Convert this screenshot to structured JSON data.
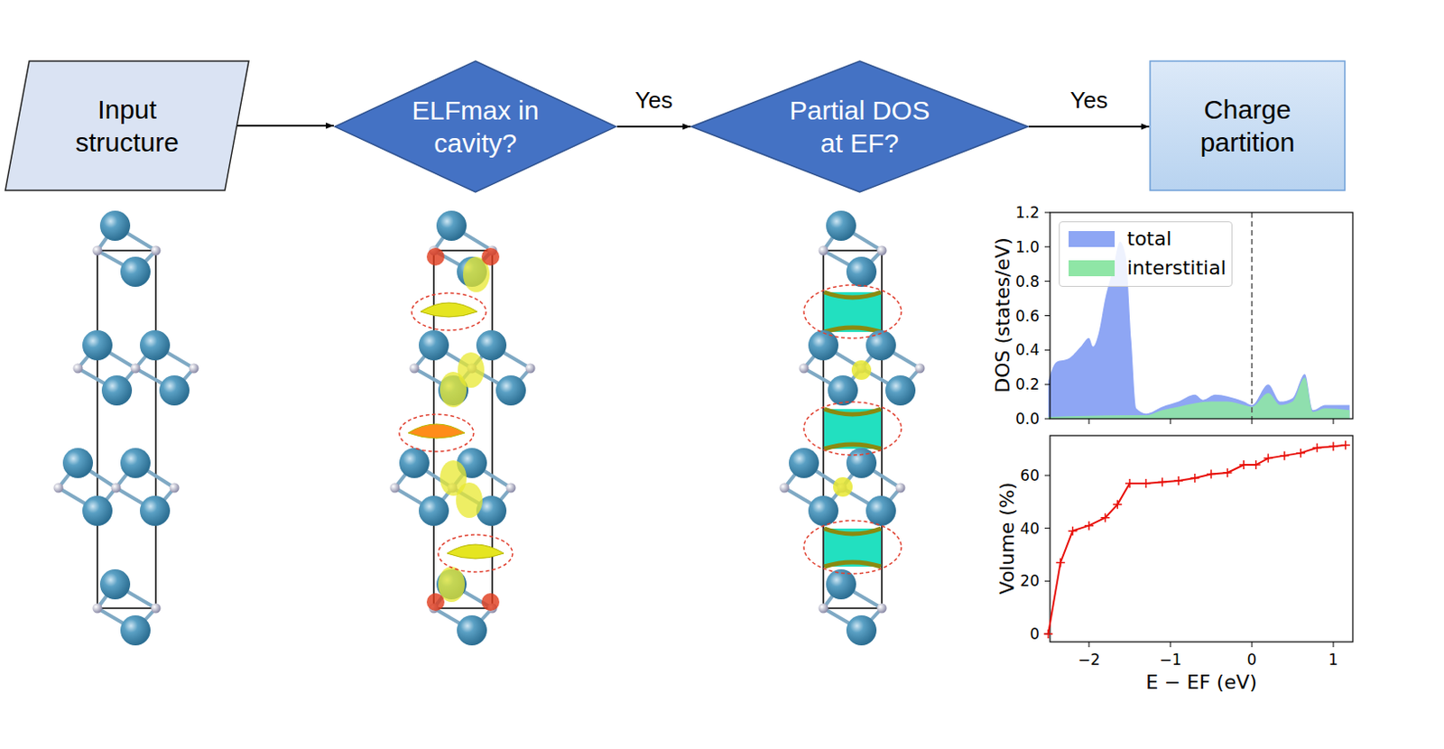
{
  "diagram": {
    "nodes": [
      {
        "text": [
          "Input structure"
        ]
      },
      {
        "text": [
          "ELFmax in cavity?"
        ]
      },
      {
        "text": [
          "Partial DOS at EF?"
        ]
      },
      {
        "text": [
          "Charge partition"
        ]
      }
    ],
    "edges": [
      {
        "from": 0,
        "to": 1,
        "arrow": "to"
      },
      {
        "from": 1,
        "to": 2,
        "label": "Yes",
        "arrow": "to"
      },
      {
        "from": 2,
        "to": 3,
        "label": "Yes",
        "arrow": "to"
      }
    ],
    "labels": [
      "1.2",
      "1.0",
      "0.8",
      "0.6",
      "0.4",
      "0.2",
      "0.0",
      "0",
      "20",
      "40",
      "60",
      "−2",
      "−1",
      "0",
      "1",
      "DOS (states/eV)",
      "Volume (%)",
      "E − EF (eV)"
    ],
    "legend": [
      {
        "text": "total",
        "color": "#8ea6f4"
      },
      {
        "text": "interstitial",
        "color": "#8fe6a6"
      }
    ]
  }
}
